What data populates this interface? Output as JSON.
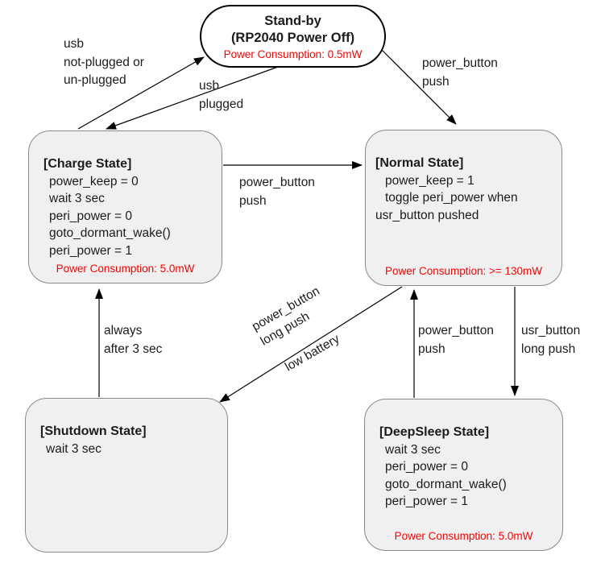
{
  "diagram": {
    "standby": {
      "title_line1": "Stand-by",
      "title_line2": "(RP2040 Power Off)",
      "power": "Power Consumption: 0.5mW"
    },
    "charge": {
      "title": "[Charge State]",
      "lines": [
        "power_keep = 0",
        "wait 3 sec",
        "peri_power = 0",
        "goto_dormant_wake()",
        "peri_power = 1"
      ],
      "power": "Power Consumption: 5.0mW"
    },
    "normal": {
      "title": "[Normal State]",
      "lines": [
        "power_keep = 1",
        "toggle peri_power when",
        "usr_button pushed"
      ],
      "power": "Power Consumption: >= 130mW"
    },
    "shutdown": {
      "title": "[Shutdown State]",
      "lines": [
        "wait 3 sec"
      ]
    },
    "deepsleep": {
      "title": "[DeepSleep State]",
      "lines": [
        "wait 3 sec",
        "peri_power = 0",
        "goto_dormant_wake()",
        "peri_power = 1"
      ],
      "power": "Power Consumption: 5.0mW"
    },
    "edge_labels": {
      "usb_unplugged": "usb\nnot-plugged or\nun-plugged",
      "usb_plugged": "usb\nplugged",
      "power_button_push_top": "power_button\npush",
      "power_button_push_mid": "power_button\npush",
      "always_after_3_sec": "always\nafter 3 sec",
      "power_button_long_push": "power_button\nlong push",
      "low_battery": "low battery",
      "power_button_push_bottom": "power_button\npush",
      "usr_button_long_push": "usr_button\nlong push"
    },
    "colors": {
      "accent_red": "#ff0000",
      "state_fill": "#f0f0f0",
      "state_border": "#8a8a8a",
      "line": "#000000"
    }
  }
}
